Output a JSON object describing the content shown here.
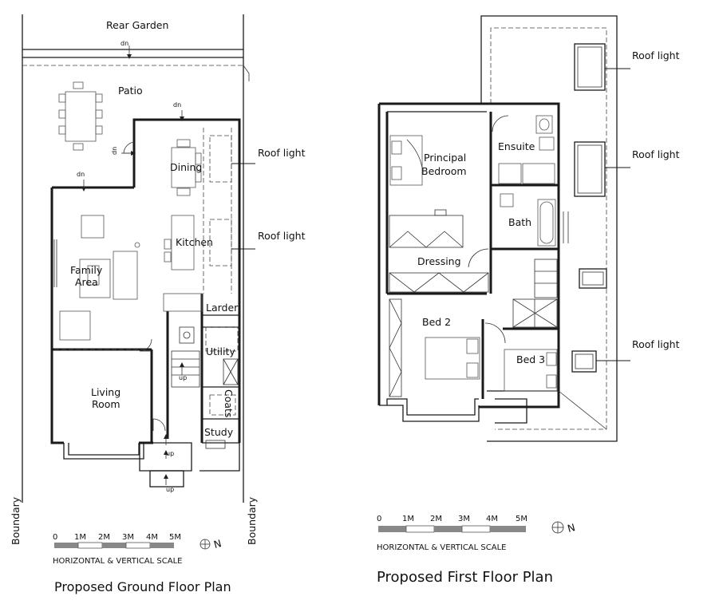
{
  "ground": {
    "rear_garden": "Rear Garden",
    "patio": "Patio",
    "dining": "Dining",
    "kitchen": "Kitchen",
    "family_line1": "Family",
    "family_line2": "Area",
    "larder": "Larder",
    "utility": "Utility",
    "coats": "Coats",
    "living_line1": "Living",
    "living_line2": "Room",
    "study": "Study",
    "roof_light_1": "Roof light",
    "roof_light_2": "Roof light",
    "boundary_left": "Boundary",
    "boundary_right": "Boundary",
    "dn_top": "dn",
    "dn_patio": "dn",
    "dn_side": "dn",
    "dn_family": "dn",
    "up_hall": "up",
    "up_porch": "up",
    "up_front": "up",
    "caption": "Proposed Ground Floor Plan"
  },
  "first": {
    "principal_line1": "Principal",
    "principal_line2": "Bedroom",
    "ensuite": "Ensuite",
    "bath": "Bath",
    "dressing": "Dressing",
    "bed2": "Bed 2",
    "bed3": "Bed 3",
    "roof_light_1": "Roof light",
    "roof_light_2": "Roof light",
    "roof_light_3": "Roof light",
    "caption": "Proposed First Floor Plan"
  },
  "scale": {
    "ticks": [
      "0",
      "1M",
      "2M",
      "3M",
      "4M",
      "5M"
    ],
    "label": "HORIZONTAL & VERTICAL SCALE",
    "north": "N"
  }
}
